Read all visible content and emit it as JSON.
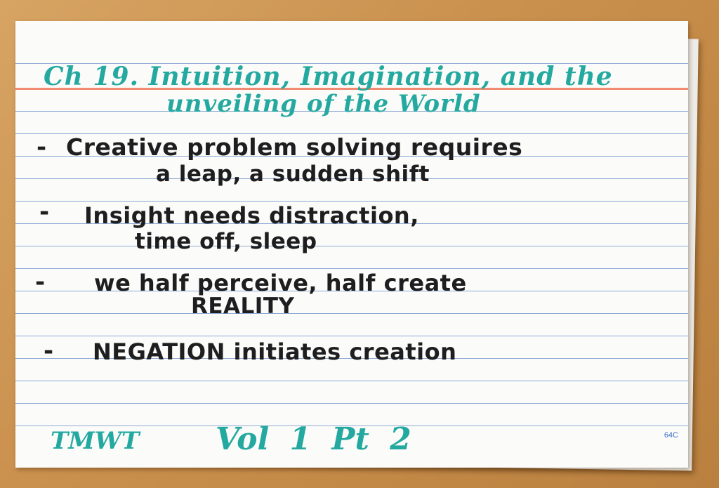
{
  "card": {
    "title_line1": "Ch 19. Intuition, Imagination, and the",
    "title_line2": "unveiling of the World",
    "bullets": [
      {
        "dash": "-",
        "line1": "Creative problem solving requires",
        "line2": "a leap, a sudden shift"
      },
      {
        "dash": "-",
        "line1": "Insight needs distraction,",
        "line2": "time off, sleep"
      },
      {
        "dash": "-",
        "line1": "we half perceive, half create",
        "line2": "REALITY"
      },
      {
        "dash": "-",
        "line1": "NEGATION initiates creation",
        "line2": ""
      }
    ],
    "footer_left": "TMWT",
    "footer_right": "Vol 1  Pt 2",
    "code": "64C"
  },
  "colors": {
    "ink_teal": "#24a9a0",
    "ink_dark": "#1e1d1f",
    "rule_blue": "#8fa9d6",
    "rule_red": "#f08a73",
    "table_wood": "#c98f4c"
  }
}
